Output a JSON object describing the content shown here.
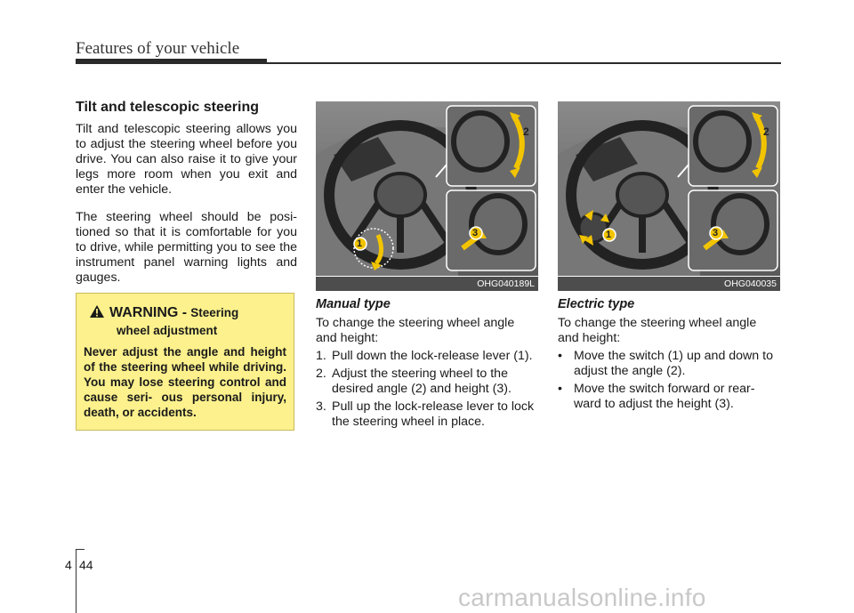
{
  "header": {
    "title": "Features of your vehicle"
  },
  "intro": {
    "heading": "Tilt and telescopic steering",
    "paragraphs": [
      "Tilt and telescopic steering allows you to adjust the steering wheel before you drive. You can also raise it to give your legs more room when you exit and enter the vehicle.",
      "The steering wheel should be posi- tioned so that it is comfortable for you to drive, while permitting you to see the instrument panel warning lights and gauges."
    ]
  },
  "warning": {
    "word": "WARNING -",
    "subject_line1": "Steering",
    "subject_line2": "wheel adjustment",
    "body": "Never adjust the angle and height of the steering wheel while driving. You may lose steering control and cause seri- ous personal injury, death, or accidents."
  },
  "manual": {
    "figure_code": "OHG040189L",
    "callouts": [
      "1",
      "2",
      "3"
    ],
    "heading": "Manual type",
    "intro": "To change the steering wheel angle and height:",
    "steps": [
      {
        "num": "1.",
        "text": "Pull down the lock-release lever (1)."
      },
      {
        "num": "2.",
        "text": "Adjust the steering wheel to the desired angle (2) and height (3)."
      },
      {
        "num": "3.",
        "text": "Pull up the lock-release lever to lock the steering wheel in place."
      }
    ]
  },
  "electric": {
    "figure_code": "OHG040035",
    "callouts": [
      "1",
      "2",
      "3"
    ],
    "heading": "Electric type",
    "intro": "To change the steering wheel angle and height:",
    "bullets": [
      {
        "mark": "•",
        "text": "Move the switch (1) up and down to adjust the angle (2)."
      },
      {
        "mark": "•",
        "text": "Move the switch forward or rear- ward to adjust the height (3)."
      }
    ]
  },
  "footer": {
    "chapter": "4",
    "page": "44",
    "watermark": "carmanualsonline.info"
  },
  "colors": {
    "warning_bg": "#fcf18c",
    "callout": "#f2c400",
    "figure_bg": "#4d4d4d"
  }
}
